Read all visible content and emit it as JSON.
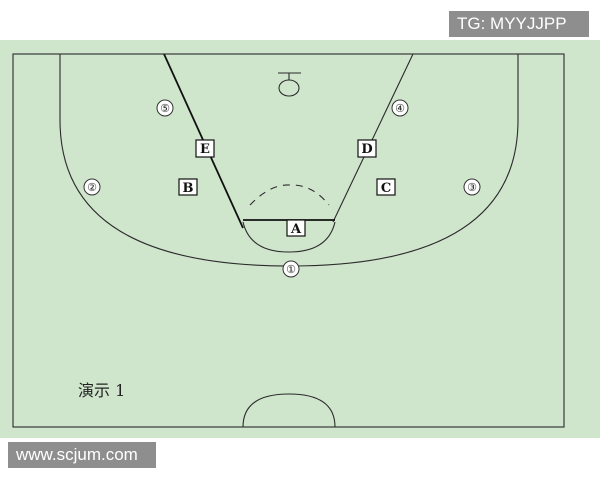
{
  "watermark_top": "TG: MYYJJPP",
  "watermark_bottom": "www.scjum.com",
  "caption": "演示 1",
  "players_offense": [
    "A",
    "B",
    "C",
    "D",
    "E"
  ],
  "players_defense": [
    "①",
    "②",
    "③",
    "④",
    "⑤"
  ],
  "colors": {
    "court": "#cfe6cc",
    "lines": "#2b2b2b",
    "badge": "#8e8e8e"
  }
}
